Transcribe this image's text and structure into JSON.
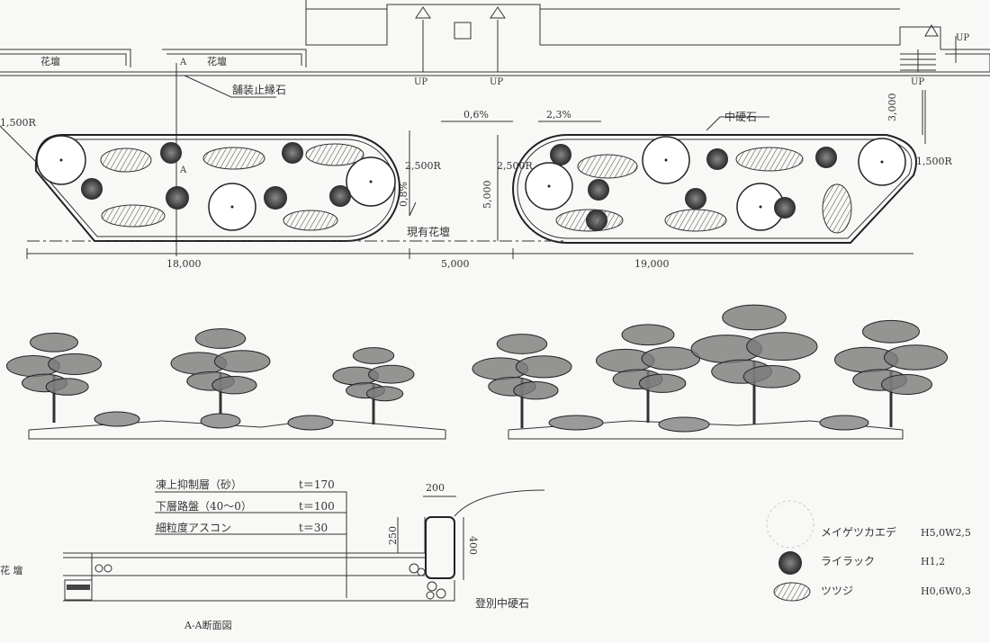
{
  "plan": {
    "flower_bed_1": "花壇",
    "flower_bed_2": "花壇",
    "curb_note": "舗装止縁石",
    "up_labels": [
      "UP",
      "UP",
      "UP",
      "UP"
    ],
    "section_mark_a_top": "A",
    "section_mark_a_bottom": "A",
    "radius_left_outer": "1,500R",
    "radius_left_inner": "2,500R",
    "radius_right_inner": "2,500R",
    "radius_right_outer": "1,500R",
    "slope_1": "0,6%",
    "slope_2": "2,3%",
    "slope_3": "0,8%",
    "curb_stone": "中硬石",
    "depth_dim": "3,000",
    "width_dim": "5,000",
    "existing_bed": "現有花壇",
    "length_left": "18,000",
    "length_gap": "5,000",
    "length_right": "19,000"
  },
  "section": {
    "layers": [
      {
        "name": "凍上抑制層（砂）",
        "thickness": "t＝170"
      },
      {
        "name": "下層路盤（40～0）",
        "thickness": "t＝100"
      },
      {
        "name": "細粒度アスコン",
        "thickness": "t＝30"
      }
    ],
    "dim_top": "200",
    "dim_height_left": "250",
    "dim_height_right": "400",
    "curb_label": "登別中硬石",
    "bed_label": "花 壇",
    "title": "A-A断面図"
  },
  "legend": [
    {
      "name": "メイゲツカエデ",
      "spec": "H5,0W2,5",
      "icon": "maple-tree-icon"
    },
    {
      "name": "ライラック",
      "spec": "H1,2",
      "icon": "lilac-shrub-icon"
    },
    {
      "name": "ツツジ",
      "spec": "H0,6W0,3",
      "icon": "azalea-shrub-icon"
    }
  ]
}
